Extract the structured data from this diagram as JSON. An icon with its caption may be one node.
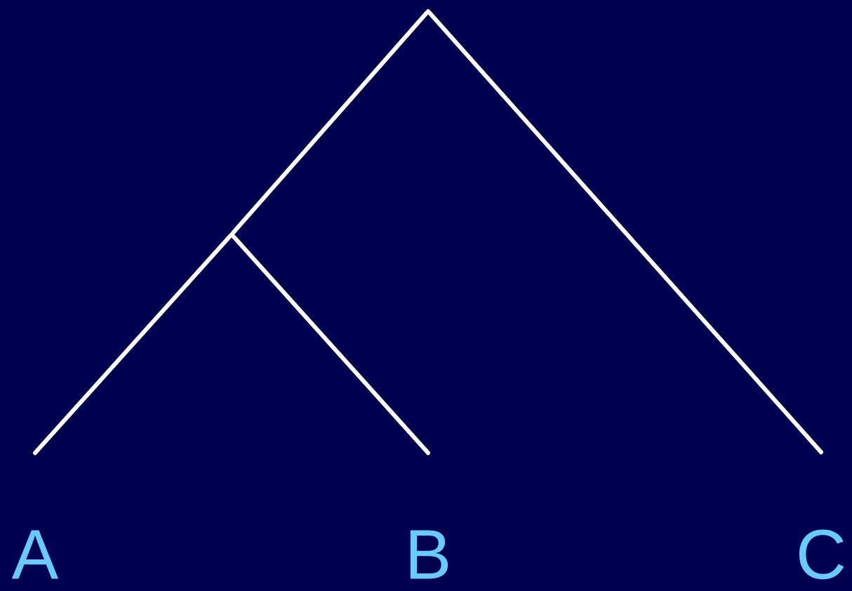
{
  "diagram": {
    "nodes": [
      {
        "text": [
          "A"
        ]
      },
      {
        "text": [
          "B"
        ]
      },
      {
        "text": [
          "C"
        ]
      },
      {
        "text": [],
        "shape": "point"
      },
      {
        "text": [],
        "shape": "point"
      }
    ],
    "edges": [
      {
        "from": 3,
        "to": 4,
        "arrow": "none"
      },
      {
        "from": 4,
        "to": 0,
        "arrow": "none"
      },
      {
        "from": 4,
        "to": 1,
        "arrow": "none"
      },
      {
        "from": 3,
        "to": 2,
        "arrow": "none"
      }
    ]
  }
}
